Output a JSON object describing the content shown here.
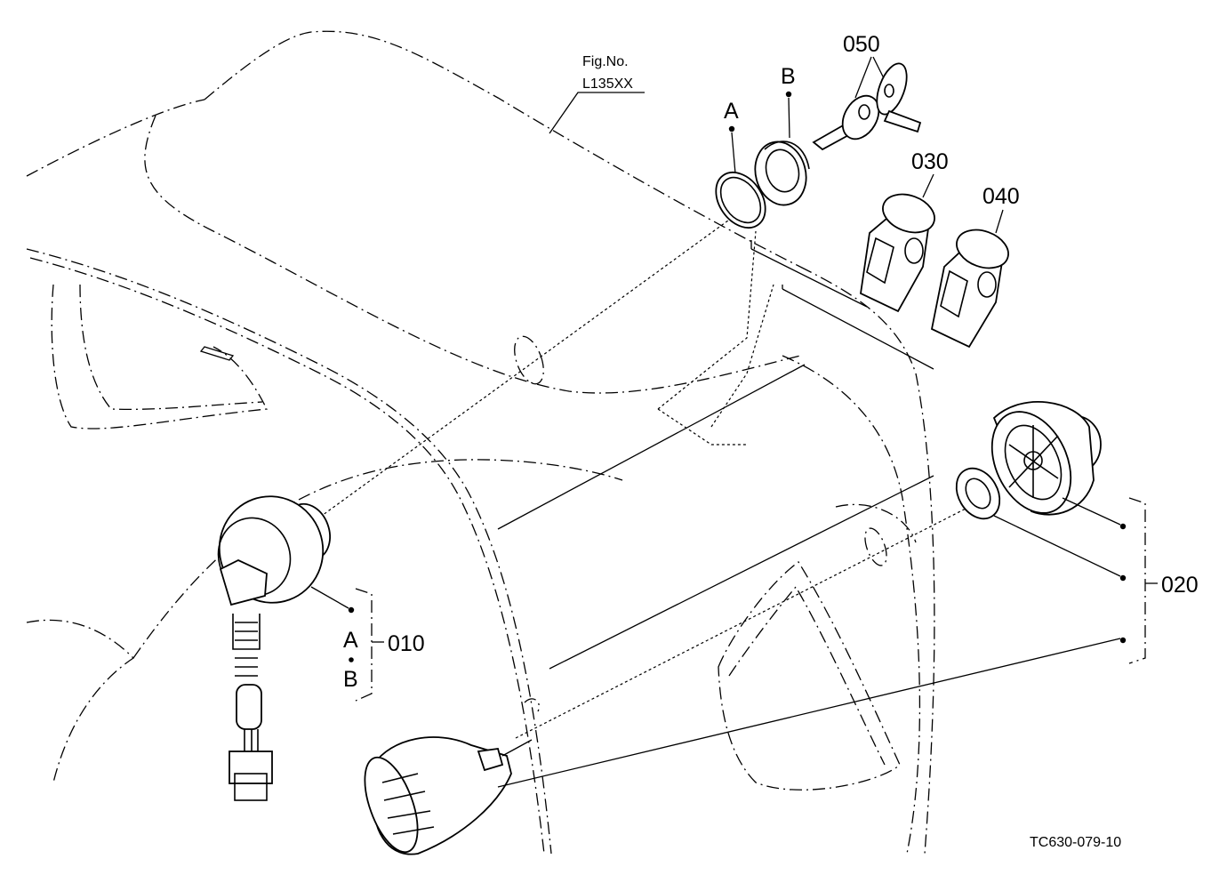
{
  "figure": {
    "fig_label": "Fig.No.",
    "fig_number": "L135XX",
    "drawing_code": "TC630-079-10"
  },
  "callouts": {
    "part_010": "010",
    "part_020": "020",
    "part_030": "030",
    "part_040": "040",
    "part_050": "050",
    "ref_a": "A",
    "ref_b": "B",
    "group_010_a": "A",
    "group_010_b": "B"
  }
}
